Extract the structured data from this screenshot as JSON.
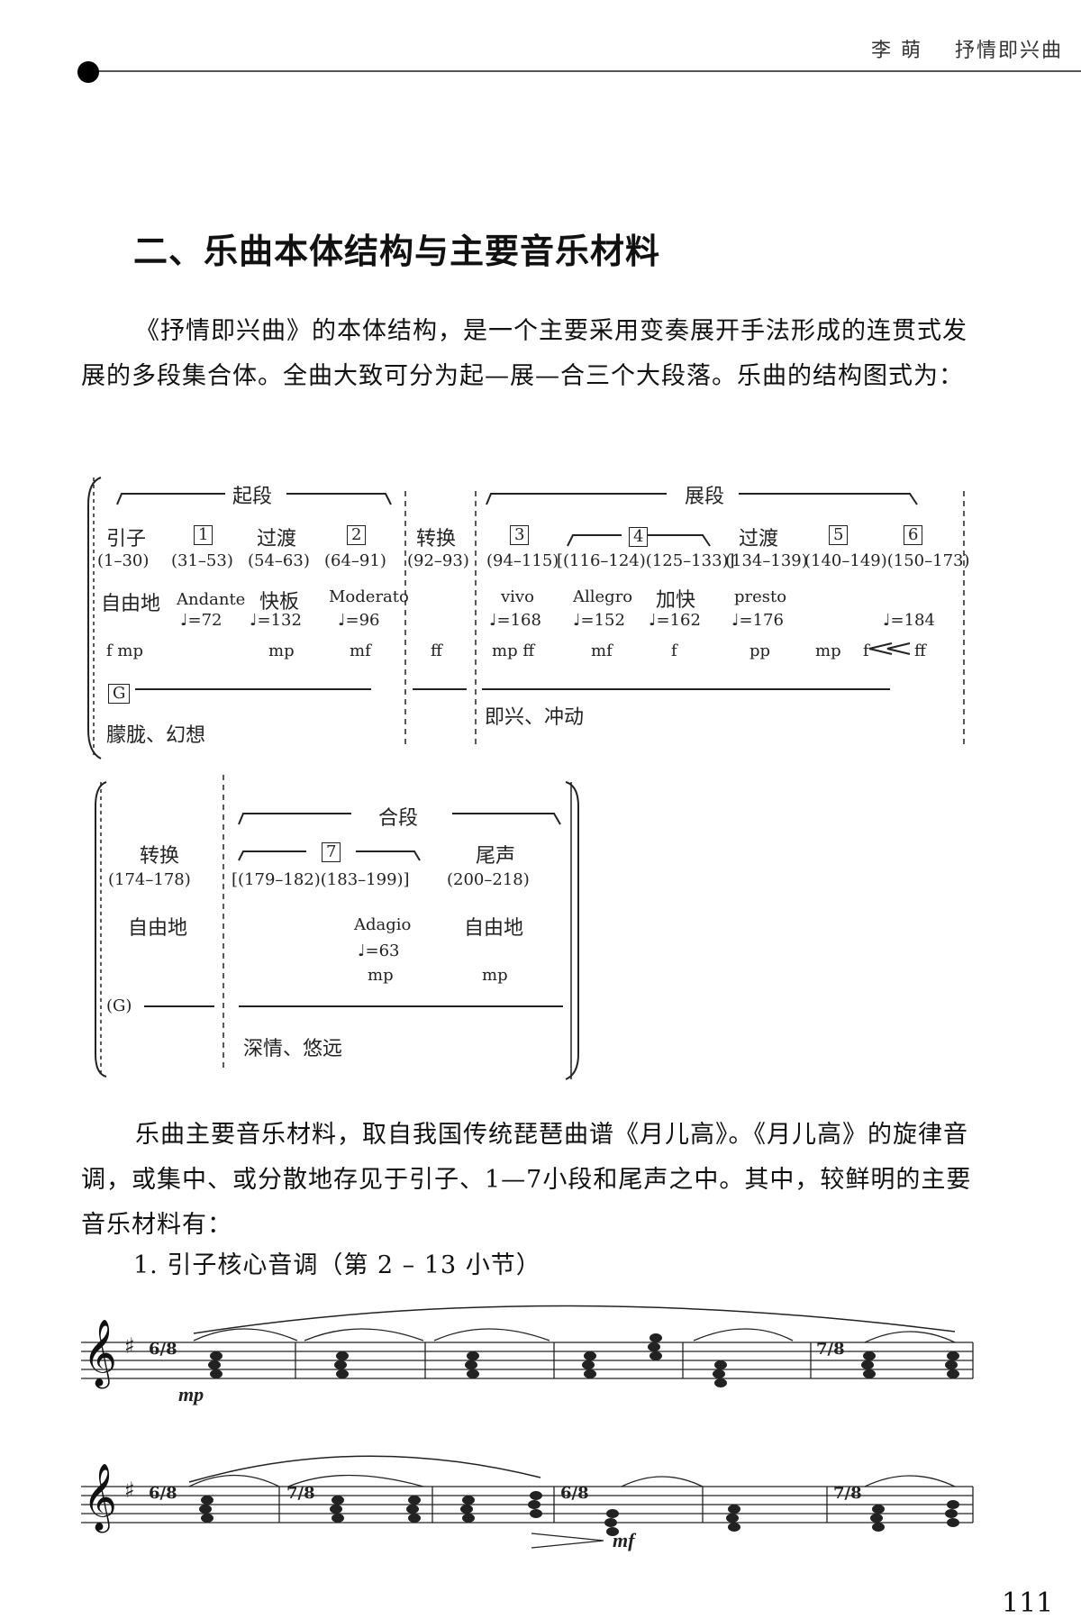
{
  "header": {
    "author": "李  萌",
    "title": "抒情即兴曲"
  },
  "section_title": "二、乐曲本体结构与主要音乐材料",
  "paragraph1": "《抒情即兴曲》的本体结构，是一个主要采用变奏展开手法形成的连贯式发展的多段集合体。全曲大致可分为起—展—合三个大段落。乐曲的结构图式为：",
  "paragraph2": "乐曲主要音乐材料，取自我国传统琵琶曲谱《月儿高》。《月儿高》的旋律音调，或集中、或分散地存见于引子、1—7小段和尾声之中。其中，较鲜明的主要音乐材料有：",
  "list_item1": "1. 引子核心音调（第 2 – 13 小节）",
  "page_number": "111",
  "diagram1": {
    "section_qi": "起段",
    "section_zhan": "展段",
    "row_names": [
      "引子",
      "1",
      "过渡",
      "2",
      "转换",
      "3",
      "4",
      "过渡",
      "5",
      "6"
    ],
    "row_ranges": [
      "(1–30)",
      "(31–53)",
      "(54–63)",
      "(64–91)",
      "(92–93)",
      "(94–115)",
      "[(116–124)(125–133)]",
      "(134–139)",
      "(140–149)(150–173)"
    ],
    "tempo_words": [
      "自由地",
      "Andante",
      "快板",
      "Moderato",
      "vivo",
      "Allegro",
      "加快",
      "presto"
    ],
    "tempo_marks": [
      "♩=72",
      "♩=132",
      "♩=96",
      "♩=168",
      "♩=152",
      "♩=162",
      "♩=176",
      "♩=184"
    ],
    "dynamics": [
      "f  mp",
      "mp",
      "mf",
      "ff",
      "mp  ff",
      "mf",
      "f",
      "pp",
      "mp",
      "f",
      "ff"
    ],
    "material_label": "G",
    "mood1": "朦胧、幻想",
    "mood2": "即兴、冲动"
  },
  "diagram2": {
    "section_he": "合段",
    "turn_label": "转换",
    "turn_range": "(174–178)",
    "turn_tempo": "自由地",
    "box7": "7",
    "range7": "[(179–182)(183–199)]",
    "coda_label": "尾声",
    "coda_range": "(200–218)",
    "adagio": "Adagio",
    "adagio_mark": "♩=63",
    "dyn7": "mp",
    "coda_tempo": "自由地",
    "coda_dyn": "mp",
    "g_paren": "(G)",
    "mood3": "深情、悠远"
  },
  "score": {
    "dyn_mp": "mp",
    "dyn_mf": "mf",
    "time_68": "6/8",
    "time_78": "7/8"
  }
}
